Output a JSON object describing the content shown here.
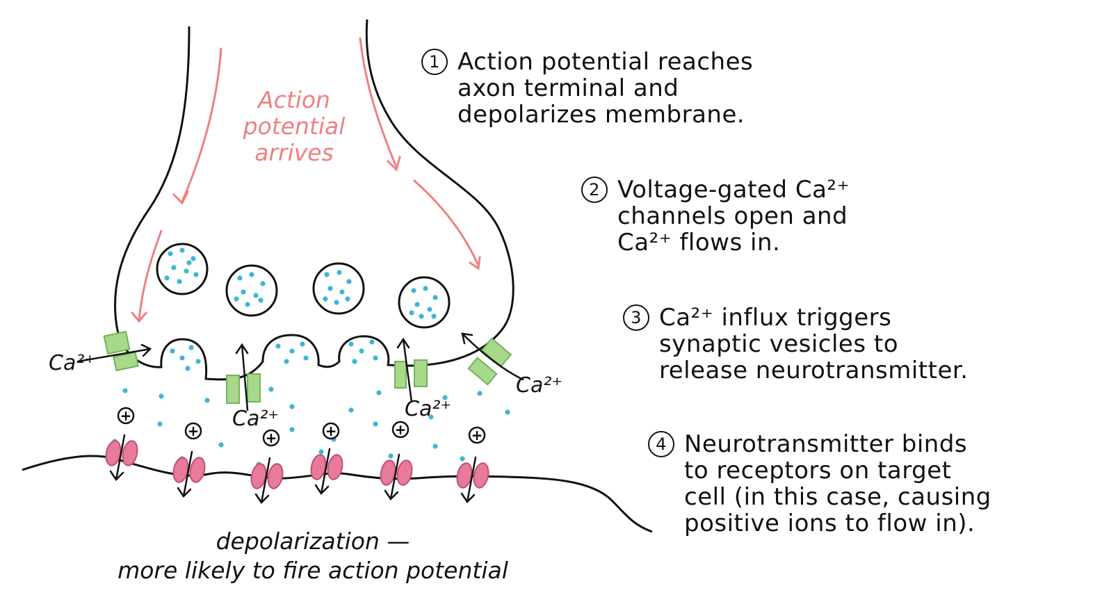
{
  "arrival_label": [
    "Action",
    "potential",
    "arrives"
  ],
  "steps": [
    {
      "num": "1",
      "lines": [
        "Action potential reaches",
        "axon terminal and",
        "depolarizes membrane."
      ]
    },
    {
      "num": "2",
      "lines": [
        "Voltage-gated Ca²⁺",
        "channels open and",
        "Ca²⁺ flows in."
      ]
    },
    {
      "num": "3",
      "lines": [
        "Ca²⁺ influx triggers",
        "synaptic vesicles to",
        "release neurotransmitter."
      ]
    },
    {
      "num": "4",
      "lines": [
        "Neurotransmitter binds",
        "to receptors on target",
        "cell (in this case, causing",
        "positive ions to flow in)."
      ]
    }
  ],
  "ion_label": "Ca²⁺",
  "plus_symbol": "+",
  "caption": [
    "depolarization —",
    "more likely to fire action potential"
  ],
  "colors": {
    "arrow": "#f07f80",
    "channel": "#a8d88a",
    "channel_stroke": "#6fb35a",
    "dot": "#3fb6d6",
    "receptor": "#e87a9a",
    "receptor_stroke": "#c04f74",
    "ink": "#111111"
  }
}
